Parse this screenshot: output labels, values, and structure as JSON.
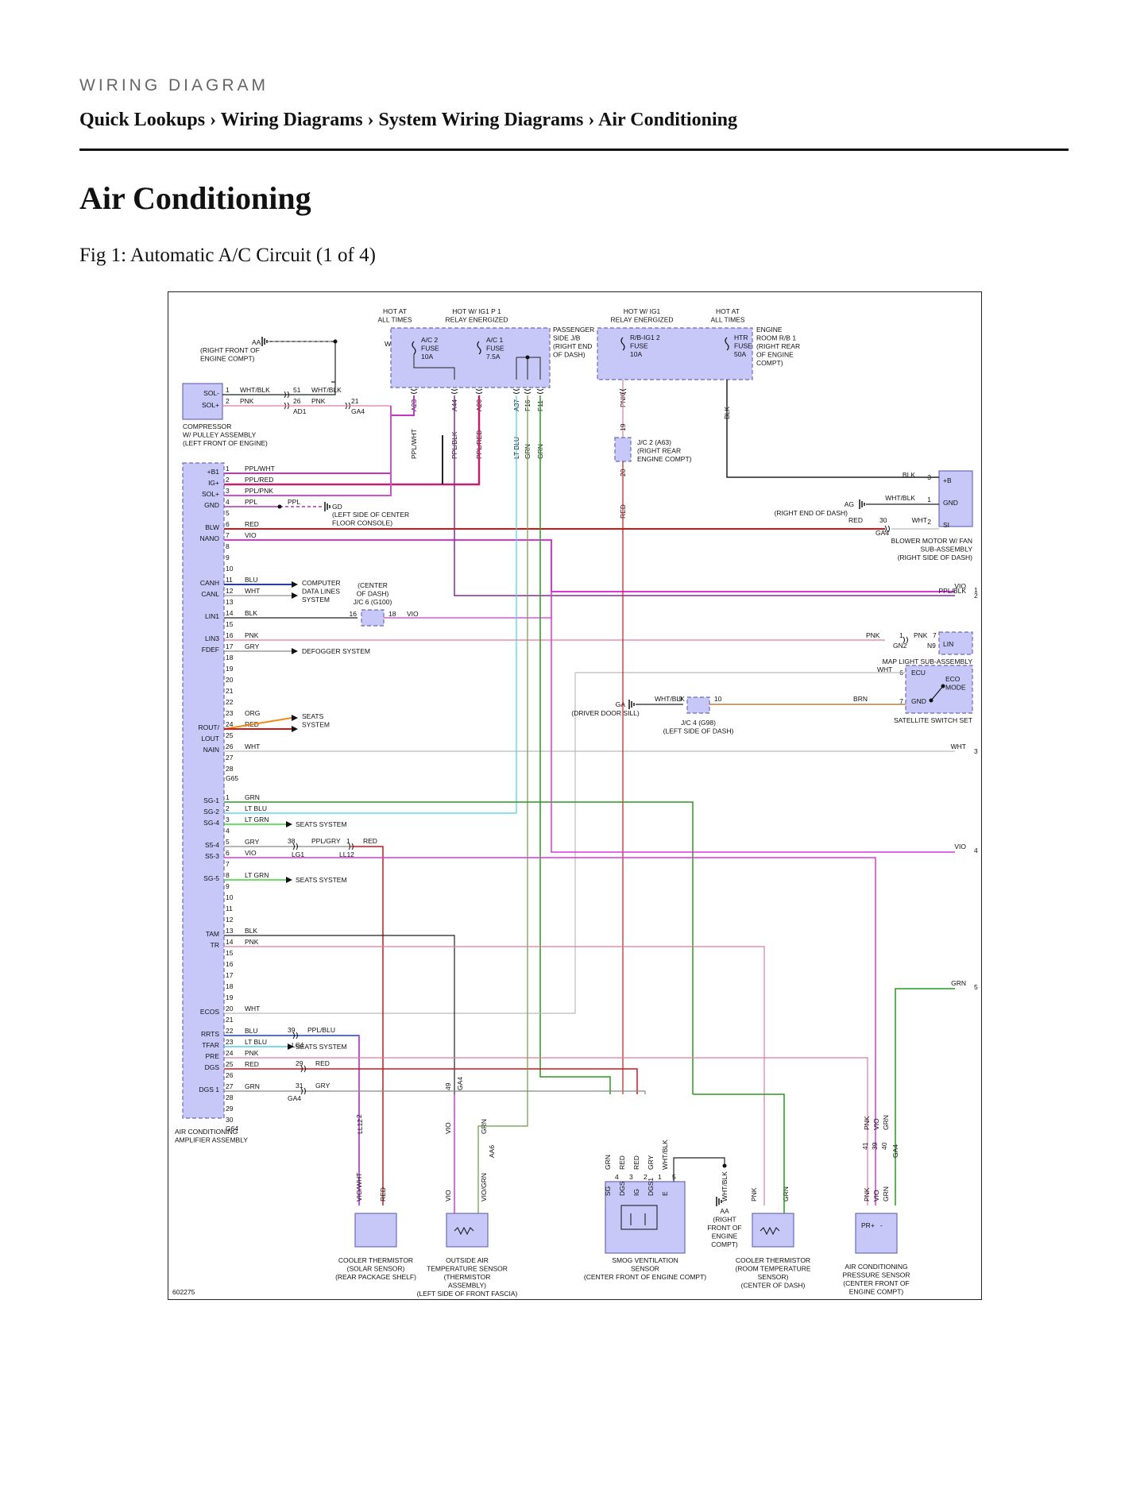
{
  "header": {
    "section_label": "WIRING DIAGRAM",
    "breadcrumb": [
      "Quick Lookups",
      "Wiring Diagrams",
      "System Wiring Diagrams",
      "Air Conditioning"
    ],
    "separator": "›"
  },
  "page_title": "Air Conditioning",
  "figure": {
    "caption": "Fig 1: Automatic A/C Circuit (1 of 4)",
    "figure_number": "602275",
    "colors": {
      "box_fill": "#c8c8f8",
      "box_stroke": "#6a6ab8",
      "PPL/WHT": "#c038c0",
      "PPL/RED": "#c02070",
      "PPL/PNK": "#d050d0",
      "PPL": "#b030b0",
      "RED": "#d01818",
      "VIO": "#d838d8",
      "BLU": "#1a3ad8",
      "WHT": "#bbbbbb",
      "BLK": "#222222",
      "PNK": "#e07aa0",
      "GRY": "#888888",
      "ORG": "#f08a18",
      "GRN": "#2a9a1e",
      "LT BLU": "#48d0e8",
      "LT GRN": "#38d838",
      "BRN": "#9a6a1e",
      "PPL/BLK": "#8a2a9a",
      "VIO/GRN": "#6a9a48"
    },
    "top": {
      "aa_label": "AA",
      "wht_blk": "WHT/BLK",
      "right_front": "(RIGHT FRONT OF",
      "engine_compt": "ENGINE COMPT)",
      "hot_at_all_times_1": "HOT AT",
      "hot_at_all_times_2": "ALL TIMES",
      "hot_ig1p1_1": "HOT W/ IG1 P 1",
      "hot_ig1p1_2": "RELAY ENERGIZED",
      "hot_ig1_1": "HOT W/ IG1",
      "hot_ig1_2": "RELAY ENERGIZED",
      "hot_all2_1": "HOT AT",
      "hot_all2_2": "ALL TIMES",
      "passenger_jb": [
        "PASSENGER",
        "SIDE J/B",
        "(RIGHT END",
        "OF DASH)"
      ],
      "engine_rb": [
        "ENGINE",
        "ROOM R/B 1",
        "(RIGHT REAR",
        "OF ENGINE",
        "COMPT)"
      ],
      "fuse_ac2": [
        "A/C 2",
        "FUSE",
        "10A"
      ],
      "fuse_ac1": [
        "A/C 1",
        "FUSE",
        "7.5A"
      ],
      "fuse_rbig1": [
        "R/B-IG1 2",
        "FUSE",
        "10A"
      ],
      "fuse_htr": [
        "HTR",
        "FUSE",
        "50A"
      ],
      "jb_pins": [
        "A23",
        "A44",
        "A20",
        "A37",
        "F16",
        "F11"
      ],
      "jb_wires": [
        "PPL/WHT",
        "PPL/BLK",
        "PPL/RED",
        "LT BLU",
        "GRN",
        "GRN"
      ],
      "pnk": "PNK",
      "blk": "BLK",
      "red": "RED",
      "jc2": [
        "J/C 2 (A63)",
        "(RIGHT REAR",
        "ENGINE COMPT)"
      ],
      "jc2_pins": [
        "19",
        "20"
      ]
    },
    "compressor": {
      "pins": [
        "SOL-",
        "SOL+"
      ],
      "pin_nums": [
        "1",
        "2"
      ],
      "wires": [
        "WHT/BLK",
        "PNK"
      ],
      "conn1": [
        "51",
        "26"
      ],
      "conn1_name": "AD1",
      "wires2": [
        "WHT/BLK",
        "PNK"
      ],
      "conn2": "21",
      "conn2_name": "GA4",
      "label": [
        "COMPRESSOR",
        "W/ PULLEY ASSEMBLY",
        "(LEFT FRONT OF ENGINE)"
      ]
    },
    "amp_g65": {
      "name": "G65",
      "pins": [
        {
          "n": "1",
          "t": "+B1",
          "w": "PPL/WHT"
        },
        {
          "n": "2",
          "t": "IG+",
          "w": "PPL/RED"
        },
        {
          "n": "3",
          "t": "SOL+",
          "w": "PPL/PNK"
        },
        {
          "n": "4",
          "t": "GND",
          "w": "PPL"
        },
        {
          "n": "5",
          "t": "",
          "w": ""
        },
        {
          "n": "6",
          "t": "BLW",
          "w": "RED"
        },
        {
          "n": "7",
          "t": "NANO",
          "w": "VIO"
        },
        {
          "n": "8",
          "t": "",
          "w": ""
        },
        {
          "n": "9",
          "t": "",
          "w": ""
        },
        {
          "n": "10",
          "t": "",
          "w": ""
        },
        {
          "n": "11",
          "t": "CANH",
          "w": "BLU"
        },
        {
          "n": "12",
          "t": "CANL",
          "w": "WHT"
        },
        {
          "n": "13",
          "t": "",
          "w": ""
        },
        {
          "n": "14",
          "t": "LIN1",
          "w": "BLK"
        },
        {
          "n": "15",
          "t": "",
          "w": ""
        },
        {
          "n": "16",
          "t": "LIN3",
          "w": "PNK"
        },
        {
          "n": "17",
          "t": "FDEF",
          "w": "GRY"
        },
        {
          "n": "18",
          "t": "",
          "w": ""
        },
        {
          "n": "19",
          "t": "",
          "w": ""
        },
        {
          "n": "20",
          "t": "",
          "w": ""
        },
        {
          "n": "21",
          "t": "",
          "w": ""
        },
        {
          "n": "22",
          "t": "",
          "w": ""
        },
        {
          "n": "23",
          "t": "",
          "w": "ORG"
        },
        {
          "n": "24",
          "t": "ROUT/",
          "w": "RED"
        },
        {
          "n": "25",
          "t": "LOUT",
          "w": ""
        },
        {
          "n": "26",
          "t": "NAIN",
          "w": "WHT"
        },
        {
          "n": "27",
          "t": "",
          "w": ""
        },
        {
          "n": "28",
          "t": "",
          "w": ""
        }
      ]
    },
    "amp_g64": {
      "name": "G64",
      "pins": [
        {
          "n": "1",
          "t": "SG-1",
          "w": "GRN"
        },
        {
          "n": "2",
          "t": "SG-2",
          "w": "LT BLU"
        },
        {
          "n": "3",
          "t": "SG-4",
          "w": "LT GRN"
        },
        {
          "n": "4",
          "t": "",
          "w": ""
        },
        {
          "n": "5",
          "t": "S5-4",
          "w": "GRY"
        },
        {
          "n": "6",
          "t": "S5-3",
          "w": "VIO"
        },
        {
          "n": "7",
          "t": "",
          "w": ""
        },
        {
          "n": "8",
          "t": "SG-5",
          "w": "LT GRN"
        },
        {
          "n": "9",
          "t": "",
          "w": ""
        },
        {
          "n": "10",
          "t": "",
          "w": ""
        },
        {
          "n": "11",
          "t": "",
          "w": ""
        },
        {
          "n": "12",
          "t": "",
          "w": ""
        },
        {
          "n": "13",
          "t": "TAM",
          "w": "BLK"
        },
        {
          "n": "14",
          "t": "TR",
          "w": "PNK"
        },
        {
          "n": "15",
          "t": "",
          "w": ""
        },
        {
          "n": "16",
          "t": "",
          "w": ""
        },
        {
          "n": "17",
          "t": "",
          "w": ""
        },
        {
          "n": "18",
          "t": "",
          "w": ""
        },
        {
          "n": "19",
          "t": "",
          "w": ""
        },
        {
          "n": "20",
          "t": "ECOS",
          "w": "WHT"
        },
        {
          "n": "21",
          "t": "",
          "w": ""
        },
        {
          "n": "22",
          "t": "RRTS",
          "w": "BLU"
        },
        {
          "n": "23",
          "t": "TFAR",
          "w": "LT BLU"
        },
        {
          "n": "24",
          "t": "PRE",
          "w": "PNK"
        },
        {
          "n": "25",
          "t": "DGS",
          "w": "RED"
        },
        {
          "n": "26",
          "t": "",
          "w": ""
        },
        {
          "n": "27",
          "t": "DGS 1",
          "w": "GRN"
        },
        {
          "n": "28",
          "t": "",
          "w": ""
        },
        {
          "n": "29",
          "t": "",
          "w": ""
        },
        {
          "n": "30",
          "t": "",
          "w": ""
        }
      ],
      "label": [
        "AIR CONDITIONING",
        "AMPLIFIER ASSEMBLY"
      ]
    },
    "mid": {
      "ppl": "PPL",
      "gd": "GD",
      "gd_loc": [
        "(LEFT SIDE OF CENTER",
        "FLOOR CONSOLE)"
      ],
      "can_sys": [
        "COMPUTER",
        "DATA LINES",
        "SYSTEM"
      ],
      "jc6": [
        "(CENTER",
        "OF DASH)",
        "J/C 6 (G100)"
      ],
      "jc6_pins": [
        "16",
        "18"
      ],
      "vio": "VIO",
      "defogger": "DEFOGGER SYSTEM",
      "seats": [
        "SEATS",
        "SYSTEM"
      ],
      "seats_system": "SEATS SYSTEM",
      "lg1": "LG1",
      "ll12": "LL12",
      "ppl_gry": "PPL/GRY",
      "c38": "38",
      "c1": "1",
      "ppl_blu": "PPL/BLU",
      "c39": "39",
      "c29": "29",
      "c31": "31",
      "gry": "GRY",
      "ga4": "GA4"
    },
    "right": {
      "blower_pins": [
        "+B",
        "GND",
        "SI"
      ],
      "blower_nums": [
        "3",
        "1",
        "2"
      ],
      "blk": "BLK",
      "wht_blk": "WHT/BLK",
      "ag": "AG",
      "ag_loc": "(RIGHT END OF DASH)",
      "red": "RED",
      "c30": "30",
      "wht": "WHT",
      "ga4": "GA4",
      "blower_label": [
        "BLOWER MOTOR W/ FAN",
        "SUB-ASSEMBLY",
        "(RIGHT SIDE OF DASH)"
      ],
      "off1": [
        "VIO",
        "1"
      ],
      "off2": [
        "PPL/BLK",
        "2"
      ],
      "off3": [
        "WHT",
        "3"
      ],
      "off4": [
        "VIO",
        "4"
      ],
      "off5": [
        "GRN",
        "5"
      ],
      "map_pin": "LIN",
      "map_nums": [
        "1",
        "7"
      ],
      "gn2": "GN2",
      "n9": "N9",
      "pnk": "PNK",
      "map_label": "MAP LIGHT SUB-ASSEMBLY",
      "eco_pins": [
        "ECU",
        "GND"
      ],
      "eco_nums": [
        "6",
        "7"
      ],
      "eco_mode": [
        "ECO",
        "MODE"
      ],
      "sat_label": "SATELLITE SWITCH SET",
      "ga": "GA",
      "ga_loc": "(DRIVER DOOR SILL)",
      "jc4": [
        "J/C 4 (G98)",
        "(LEFT SIDE OF DASH)"
      ],
      "jc4_pins": [
        "9",
        "10"
      ],
      "brn": "BRN"
    },
    "bottom": {
      "ll12": "LL12",
      "c2": "2",
      "vio_wht": "VIO/WHT",
      "red": "RED",
      "solar": [
        "COOLER THERMISTOR",
        "(SOLAR SENSOR)",
        "(REAR PACKAGE SHELF)"
      ],
      "c49": "49",
      "ga4": "GA4",
      "aa6": "AA6",
      "vio": "VIO",
      "grn": "GRN",
      "vio_grn": "VIO/GRN",
      "outside": [
        "OUTSIDE AIR",
        "TEMPERATURE SENSOR",
        "(THERMISTOR",
        "ASSEMBLY)",
        "(LEFT SIDE OF FRONT FASCIA)"
      ],
      "smog_wires": [
        "GRN",
        "RED",
        "RED",
        "GRY",
        "WHT/BLK"
      ],
      "smog_pins": [
        "SG",
        "DGS",
        "IG",
        "DGS1",
        "E"
      ],
      "smog_nums": [
        "4",
        "3",
        "2",
        "1",
        "5"
      ],
      "smog": [
        "SMOG VENTILATION",
        "SENSOR",
        "(CENTER FRONT OF ENGINE COMPT)"
      ],
      "aa": [
        "AA",
        "(RIGHT",
        "FRONT OF",
        "ENGINE",
        "COMPT)"
      ],
      "wht_blk": "WHT/BLK",
      "room": [
        "COOLER THERMISTOR",
        "(ROOM TEMPERATURE",
        "SENSOR)",
        "(CENTER OF DASH)"
      ],
      "pnk": "PNK",
      "press_nums": [
        "41",
        "39",
        "40"
      ],
      "press_pins": [
        "PR",
        "+",
        "-"
      ],
      "pressure": [
        "AIR CONDITIONING",
        "PRESSURE SENSOR",
        "(CENTER FRONT OF",
        "ENGINE COMPT)"
      ]
    }
  }
}
